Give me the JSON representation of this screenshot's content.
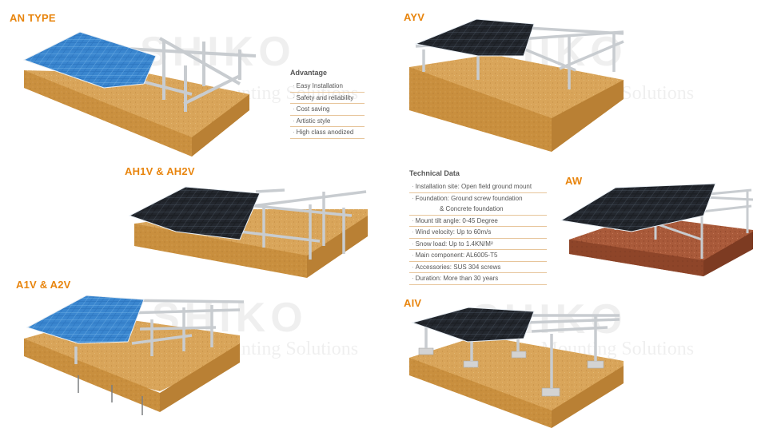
{
  "titles": {
    "an_type": "AN TYPE",
    "ayv": "AYV",
    "ah1v": "AH1V & AH2V",
    "aw": "AW",
    "a1v": "A1V & A2V",
    "aiv": "AIV"
  },
  "advantage": {
    "heading": "Advantage",
    "items": [
      "Easy Installation",
      "Safety and reliability",
      "Cost saving",
      "Artistic style",
      "High class anodized"
    ]
  },
  "technical": {
    "heading": "Technical Data",
    "items": [
      "Installation site: Open field ground mount",
      "Foundation: Ground screw foundation",
      "& Concrete foundation",
      "Mount tilt angle: 0-45 Degree",
      "Wind velocity: Up to 60m/s",
      "Snow load: Up to 1.4KN/M²",
      "Main component: AL6005-T5",
      "Accessories: SUS 304 screws",
      "Duration: More than 30 years"
    ]
  },
  "watermark": {
    "brand": "SHIKO",
    "tagline": "Solar Mounting Solutions"
  },
  "colors": {
    "accent": "#e8850e",
    "soil": "#d9a55a",
    "soil_side": "#c98f3e",
    "red_soil": "#a95a3a",
    "blue_panel": "#2f78c2",
    "black_panel": "#1c1f24",
    "frame": "#c8ccd0"
  }
}
